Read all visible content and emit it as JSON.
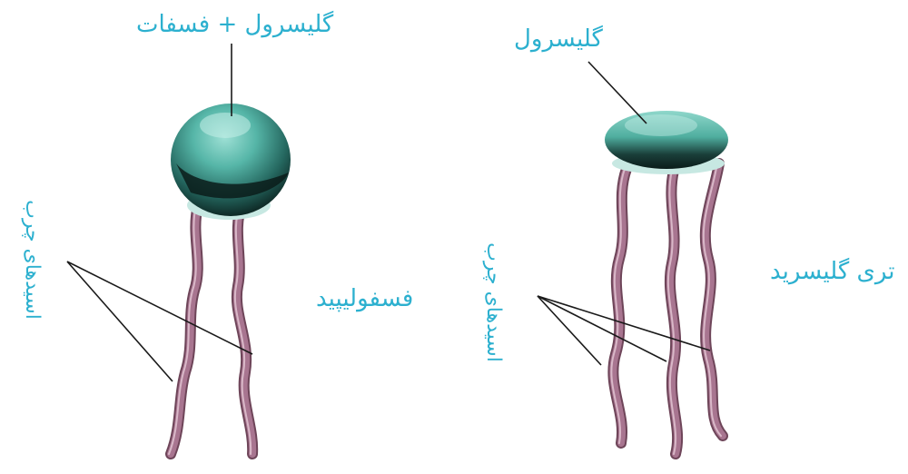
{
  "colors": {
    "label": "#2cb0cf",
    "leader_line": "#1a1a1a",
    "tail": "#a87590",
    "tail_highlight": "#d9b8c8",
    "tail_shadow": "#6e4559",
    "head_light": "#7fd1c4",
    "head_mid": "#3fa79a",
    "head_dark": "#0e2a27",
    "head_base": "#c7e8e2"
  },
  "phospholipid": {
    "head_label": "گلیسرول + فسفات",
    "name_label": "فسفولیپید",
    "tails_label": "اسیدهای چرب"
  },
  "triglyceride": {
    "head_label": "گلیسرول",
    "name_label": "تری گلیسرید",
    "tails_label": "اسیدهای چرب"
  }
}
